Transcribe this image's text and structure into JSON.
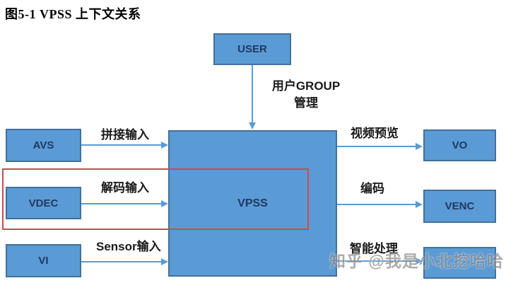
{
  "title": "图5-1  VPSS 上下文关系",
  "nodes": {
    "user": "USER",
    "avs": "AVS",
    "vdec": "VDEC",
    "vi": "VI",
    "vpss": "VPSS",
    "vo": "VO",
    "venc": "VENC",
    "ai": ""
  },
  "edges": {
    "user_to_vpss_line1": "用户GROUP",
    "user_to_vpss_line2": "管理",
    "avs_to_vpss": "拼接输入",
    "vdec_to_vpss": "解码输入",
    "vi_to_vpss": "Sensor输入",
    "vpss_to_vo": "视频预览",
    "vpss_to_venc": "编码",
    "vpss_to_ai": "智能处理"
  },
  "watermark": "知乎 @我是小北挖哈哈",
  "colors": {
    "box_fill": "#5b9bd5",
    "box_border": "#41719c",
    "arrow": "#5b9bd5",
    "highlight": "#c0504d",
    "label_text": "#1a1a1a",
    "node_text": "#203864",
    "watermark_text": "#8c8c8c"
  }
}
